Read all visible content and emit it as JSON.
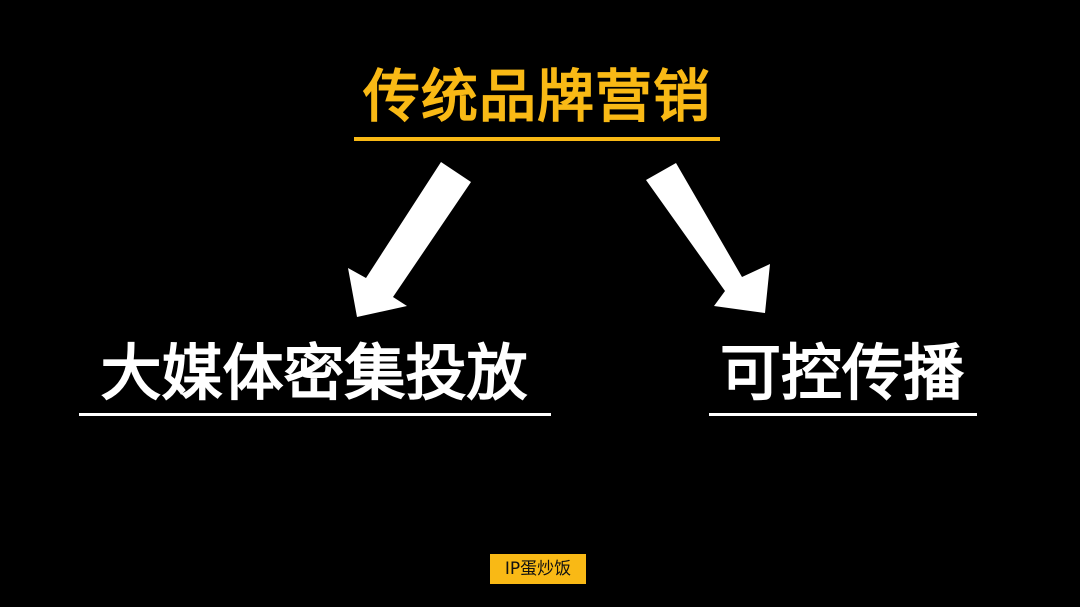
{
  "colors": {
    "background": "#000000",
    "accent": "#F9B915",
    "text_primary": "#FFFFFF",
    "badge_text": "#111111"
  },
  "diagram": {
    "root": {
      "label": "传统品牌营销"
    },
    "children": [
      {
        "label": "大媒体密集投放"
      },
      {
        "label": "可控传播"
      }
    ],
    "edges": [
      {
        "from": "传统品牌营销",
        "to": "大媒体密集投放",
        "icon": "arrow-down-left-icon"
      },
      {
        "from": "传统品牌营销",
        "to": "可控传播",
        "icon": "arrow-down-right-icon"
      }
    ]
  },
  "badge": {
    "label": "IP蛋炒饭"
  }
}
